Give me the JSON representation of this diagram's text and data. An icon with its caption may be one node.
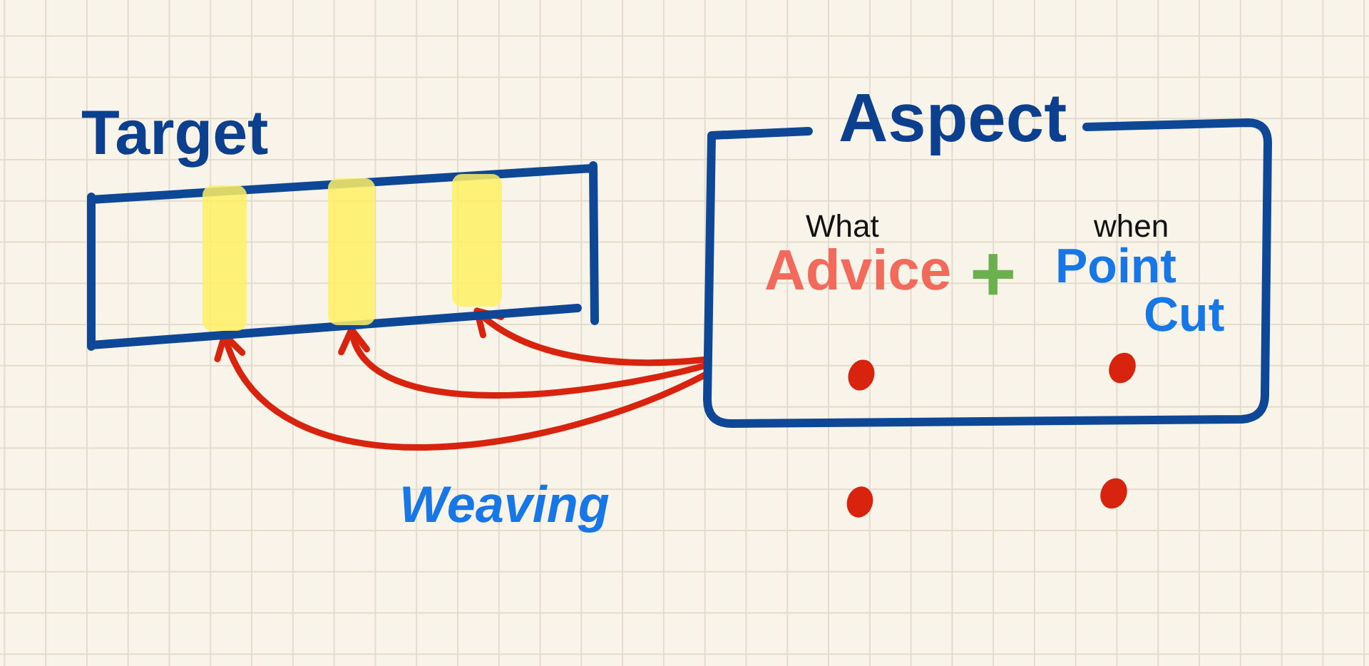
{
  "diagram": {
    "nodes": [
      {
        "text": [
          "Target"
        ]
      },
      {
        "text": [],
        "shape": "bar",
        "in": 0
      },
      {
        "text": [],
        "shape": "bar",
        "in": 0
      },
      {
        "text": [],
        "shape": "bar",
        "in": 0
      },
      {
        "text": [
          "Aspect",
          "What",
          "Advice",
          "+",
          "when",
          "Point Cut"
        ]
      }
    ],
    "edges": [
      {
        "from": 4,
        "to": 1,
        "arrow": "to"
      },
      {
        "from": 4,
        "to": 2,
        "arrow": "to"
      },
      {
        "from": 4,
        "to": 3,
        "arrow": "to"
      }
    ],
    "labels": [
      "Weaving"
    ]
  }
}
